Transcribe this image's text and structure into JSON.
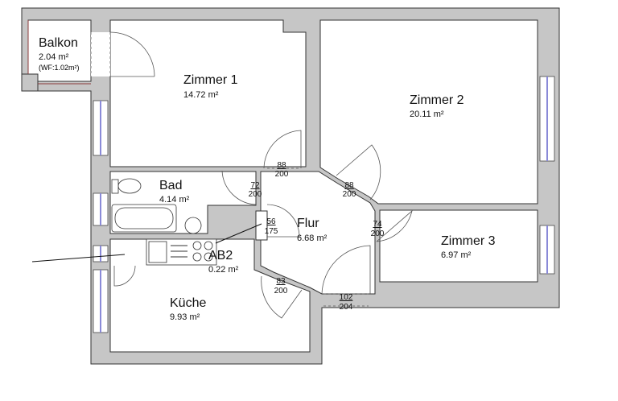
{
  "rooms": {
    "balkon": {
      "name": "Balkon",
      "area": "2.04 m²",
      "wf": "(WF:1.02m²)"
    },
    "zimmer1": {
      "name": "Zimmer 1",
      "area": "14.72 m²"
    },
    "zimmer2": {
      "name": "Zimmer 2",
      "area": "20.11 m²"
    },
    "zimmer3": {
      "name": "Zimmer 3",
      "area": "6.97 m²"
    },
    "bad": {
      "name": "Bad",
      "area": "4.14 m²"
    },
    "flur": {
      "name": "Flur",
      "area": "6.68 m²"
    },
    "ab2": {
      "name": "AB2",
      "area": "0.22 m²"
    },
    "kueche": {
      "name": "Küche",
      "area": "9.93 m²"
    }
  },
  "doors": [
    {
      "width": "88",
      "height": "200"
    },
    {
      "width": "72",
      "height": "200"
    },
    {
      "width": "88",
      "height": "200"
    },
    {
      "width": "56",
      "height": "175"
    },
    {
      "width": "74",
      "height": "200"
    },
    {
      "width": "83",
      "height": "200"
    },
    {
      "width": "102",
      "height": "204"
    }
  ],
  "colors": {
    "wall": "#c6c6c6",
    "window_glass": "#8a8ad8",
    "balcony_rail": "#8b3a3a"
  }
}
